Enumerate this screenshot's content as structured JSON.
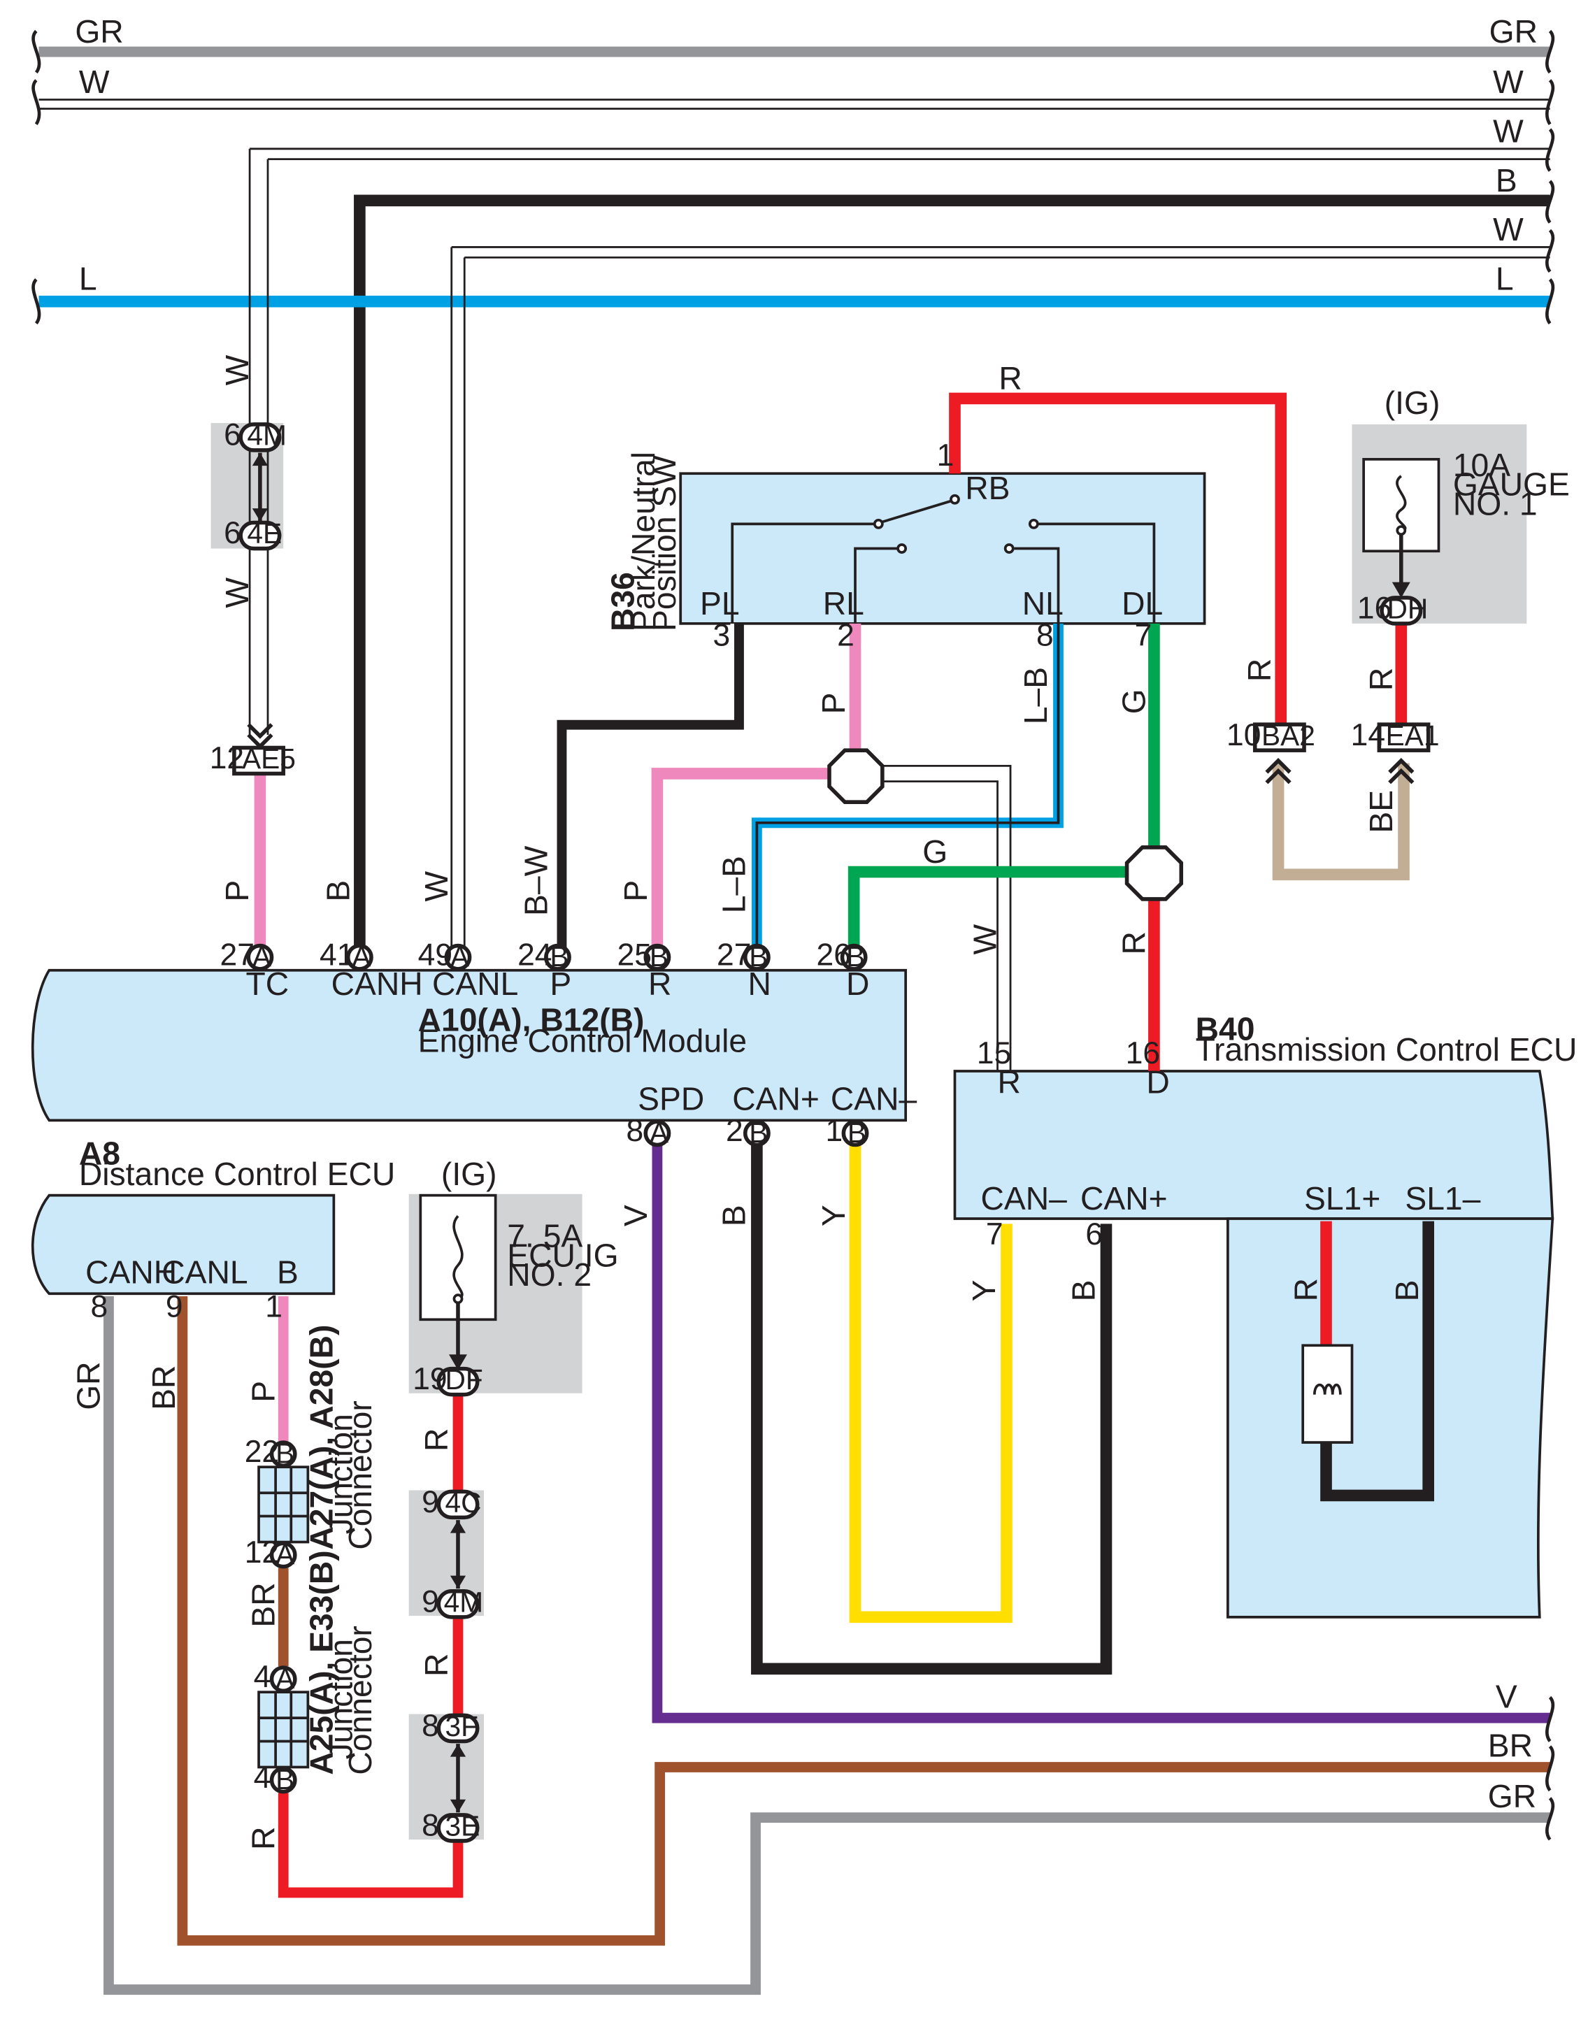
{
  "colors": {
    "R": "#ed1c24",
    "L": "#00a0e4",
    "GR": "#939598",
    "W": "#ffffff",
    "B": "#231f20",
    "P": "#ef89bd",
    "G": "#00a651",
    "Y": "#ffde00",
    "V": "#662d91",
    "BR": "#a0522d",
    "BE": "#c2ad95",
    "module_fill": "#cce9f9",
    "grey_fill": "#d1d3d4"
  },
  "wire_labels": {
    "gr": "GR",
    "w": "W",
    "b": "B",
    "l": "L",
    "r": "R",
    "p": "P",
    "g": "G",
    "lb": "L–B",
    "bw": "B–W",
    "y": "Y",
    "v": "V",
    "br": "BR",
    "be": "BE"
  },
  "components": {
    "ecm": {
      "code": "A10(A), B12(B)",
      "name": "Engine Control Module",
      "terminals": [
        "TC",
        "CANH",
        "CANL",
        "P",
        "R",
        "N",
        "D",
        "SPD",
        "CAN+",
        "CAN–"
      ]
    },
    "tcu": {
      "code": "B40",
      "name": "Transmission Control ECU",
      "terminals": [
        "R",
        "D",
        "CAN–",
        "CAN+",
        "SL1+",
        "SL1–"
      ]
    },
    "dce": {
      "code": "A8",
      "name": "Distance Control ECU",
      "terminals": [
        "CANH",
        "CANL",
        "B"
      ]
    },
    "pnsw": {
      "code": "B36",
      "name_line1": "Park/Neutral",
      "name_line2": "Position SW",
      "terminals": [
        "RB",
        "PL",
        "RL",
        "NL",
        "DL"
      ]
    },
    "fuse_gauge": {
      "ig": "(IG)",
      "line1": "10A",
      "line2": "GAUGE",
      "line3": "NO. 1"
    },
    "fuse_ecu": {
      "ig": "(IG)",
      "line1": "7. 5A",
      "line2": "ECU IG",
      "line3": "NO. 2"
    },
    "jc1": {
      "code": "A27(A), A28(B)",
      "line1": "Junction",
      "line2": "Connector"
    },
    "jc2": {
      "code": "A25(A), E33(B)",
      "line1": "Junction",
      "line2": "Connector"
    }
  },
  "connectors": {
    "c4M_a": "4M",
    "c4E": "4E",
    "cAE5": "AE5",
    "cDH": "DH",
    "cBA2": "BA2",
    "cEA1": "EA1",
    "cDF": "DF",
    "c4C": "4C",
    "c4M_b": "4M",
    "c3F": "3F",
    "c3E": "3E",
    "A": "A",
    "B": "B"
  },
  "pins": {
    "p6a": "6",
    "p6b": "6",
    "p12a": "12",
    "p27a": "27",
    "p41": "41",
    "p49": "49",
    "p24": "24",
    "p25": "25",
    "p27b": "27",
    "p26": "26",
    "p8a": "8",
    "p2": "2",
    "p1a": "1",
    "p1b": "1",
    "p3": "3",
    "p2b": "2",
    "p8b": "8",
    "p7a": "7",
    "p16a": "16",
    "p10": "10",
    "p14": "14",
    "p15": "15",
    "p16b": "16",
    "p7b": "7",
    "p6c": "6",
    "p8c": "8",
    "p9a": "9",
    "p1c": "1",
    "p22": "22",
    "p12b": "12",
    "p4a": "4",
    "p4b": "4",
    "p19": "19",
    "p9b": "9",
    "p9c": "9",
    "p8d": "8",
    "p8e": "8"
  }
}
